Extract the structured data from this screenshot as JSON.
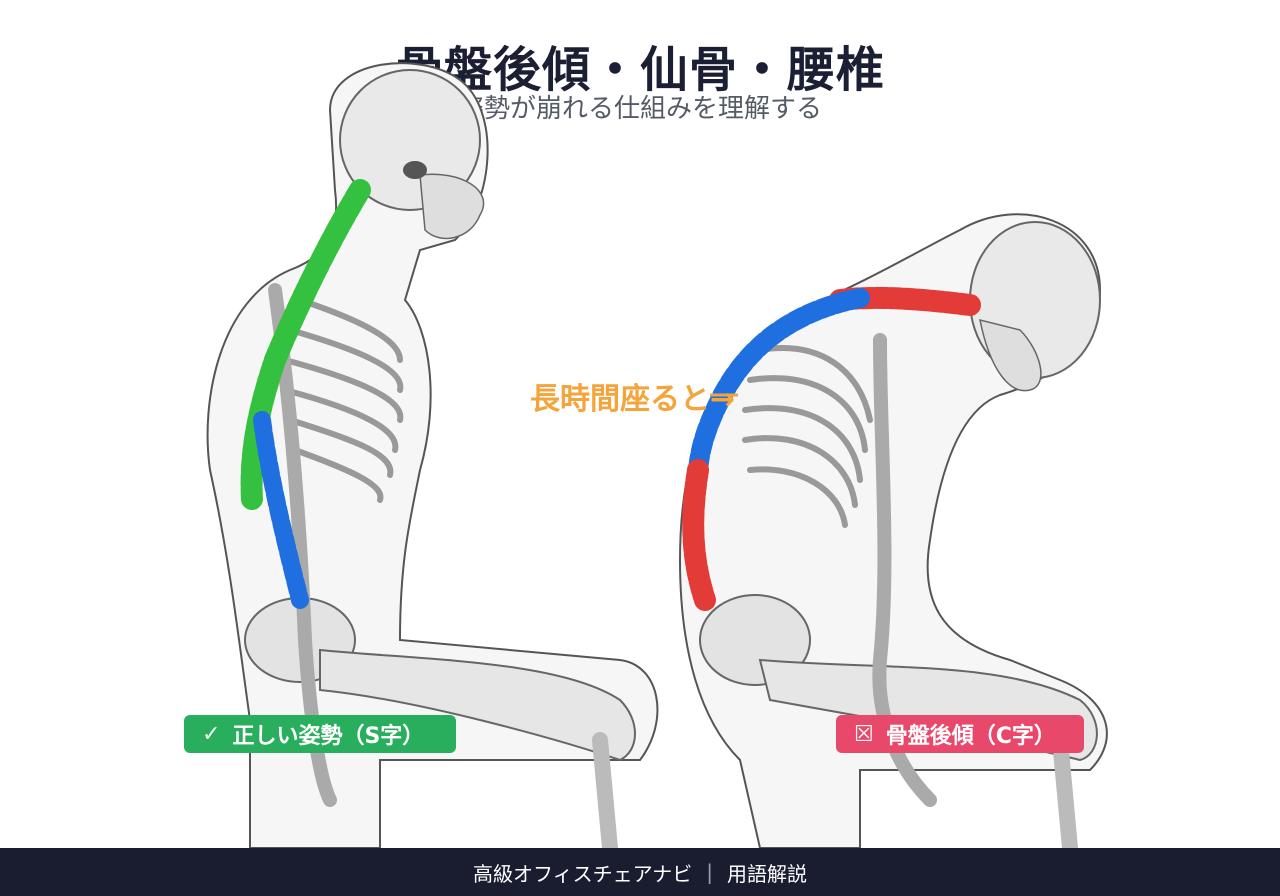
{
  "header": {
    "title": "骨盤後傾・仙骨・腰椎",
    "subtitle": "姿勢が崩れる仕組みを理解する"
  },
  "middle": {
    "label": "長時間座ると→"
  },
  "badges": {
    "good": {
      "mark": "✓",
      "label": "正しい姿勢（S字）"
    },
    "bad": {
      "mark": "☒",
      "label": "骨盤後傾（C字）"
    }
  },
  "footer": {
    "site": "高級オフィスチェアナビ",
    "separator": "|",
    "section": "用語解説"
  },
  "colors": {
    "good_spine": "#33c13f",
    "lumbar_blue": "#1f6fe0",
    "bad_spine": "#e23b38",
    "arrow": "#f3a43a"
  }
}
